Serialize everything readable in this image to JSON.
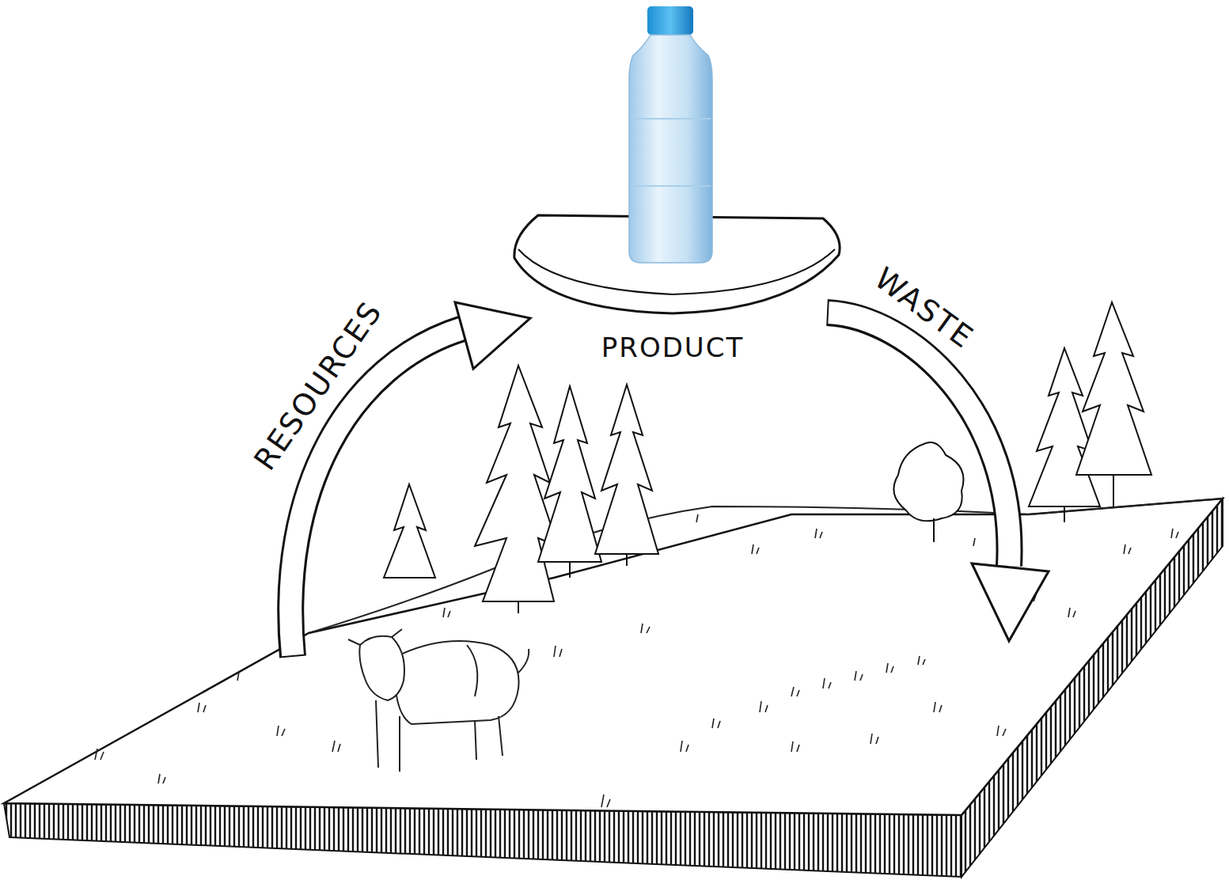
{
  "diagram": {
    "labels": [
      "RESOURCES",
      "PRODUCT",
      "WASTE"
    ]
  }
}
